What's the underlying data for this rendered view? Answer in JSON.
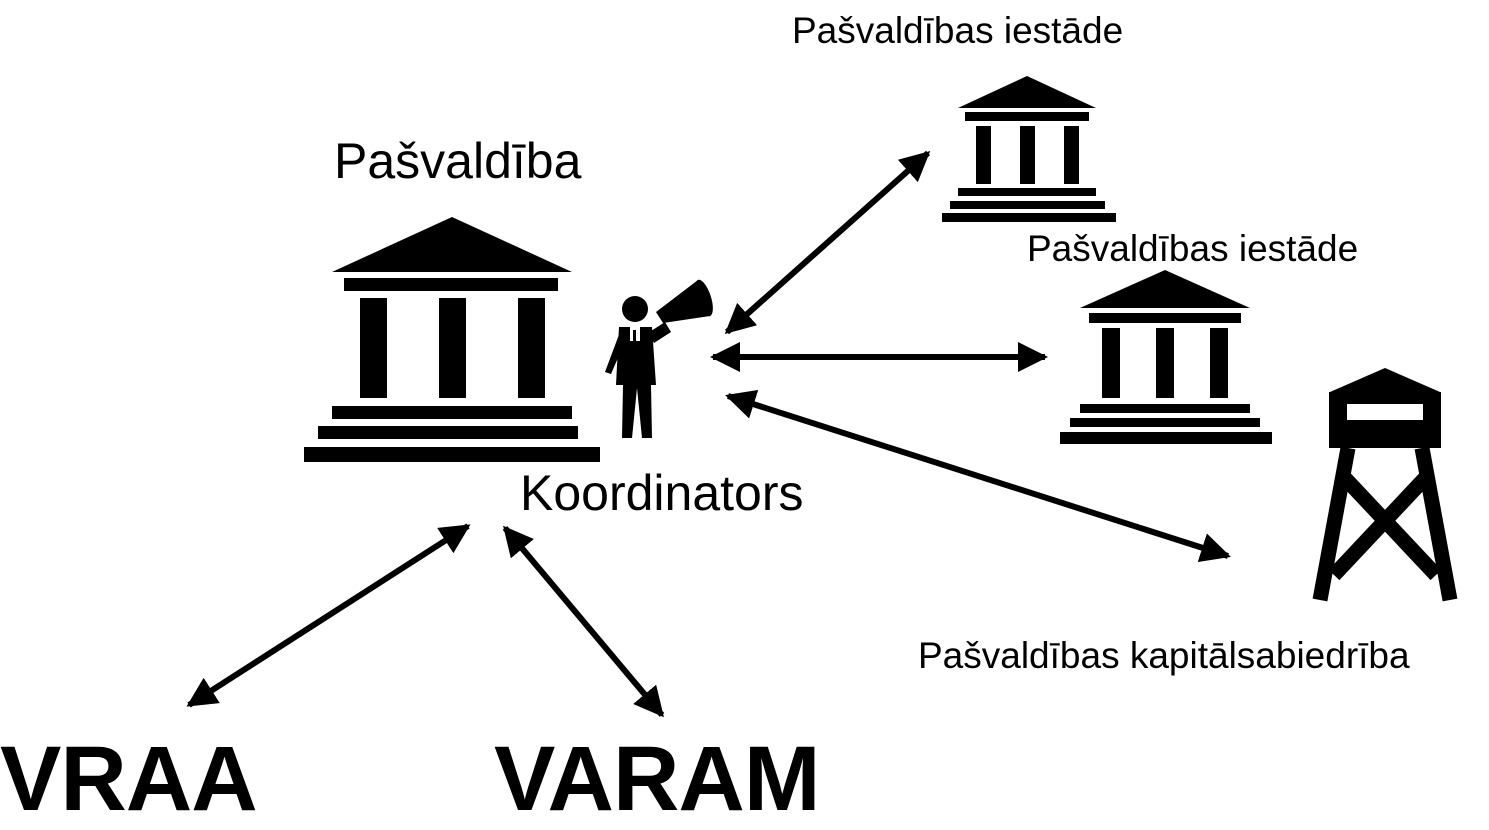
{
  "labels": {
    "municipality": "Pašvaldība",
    "coordinator": "Koordinators",
    "institution_1": "Pašvaldības iestāde",
    "institution_2": "Pašvaldības iestāde",
    "capital_company": "Pašvaldības kapitālsabiedrība",
    "vraa": "VRAA",
    "varam": "VARAM"
  },
  "icons": {
    "municipality": "building-icon",
    "coordinator": "person-megaphone-icon",
    "institution_1": "building-icon",
    "institution_2": "building-icon",
    "capital_company": "watchtower-icon"
  },
  "colors": {
    "ink": "#000000",
    "background": "#ffffff"
  },
  "links": [
    {
      "from": "coordinator",
      "to": "institution_1",
      "direction": "both"
    },
    {
      "from": "coordinator",
      "to": "institution_2",
      "direction": "both"
    },
    {
      "from": "coordinator",
      "to": "capital_company",
      "direction": "both"
    },
    {
      "from": "municipality",
      "to": "vraa",
      "direction": "both"
    },
    {
      "from": "municipality",
      "to": "varam",
      "direction": "both"
    }
  ]
}
